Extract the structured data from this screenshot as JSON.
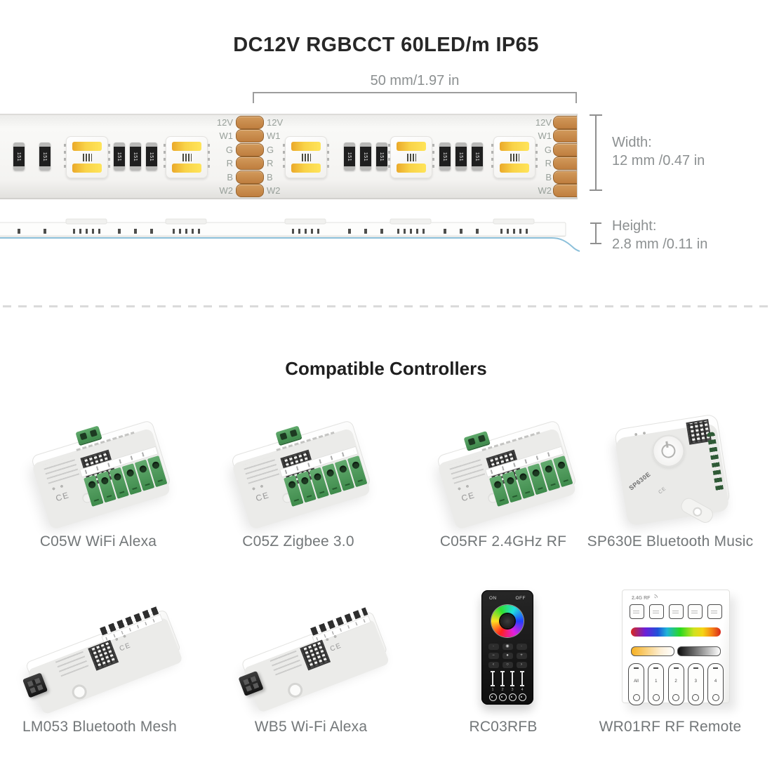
{
  "title": "DC12V RGBCCT 60LED/m IP65",
  "dimensions": {
    "length": "50 mm/1.97 in",
    "width_title": "Width:",
    "width_value": "12 mm /0.47 in",
    "height_title": "Height:",
    "height_value": "2.8 mm /0.11 in"
  },
  "strip": {
    "pad_labels": [
      "12V",
      "W1",
      "G",
      "R",
      "B",
      "W2"
    ],
    "resistor_code": "151",
    "colors": {
      "copper_pad": "#c58445",
      "led_yellow": "#f7cf45",
      "terminal_green": "#4e9c5b",
      "pcb_line_blue": "#8cc0da",
      "strip_body": "#f4f3f1"
    }
  },
  "compatible": {
    "heading": "Compatible Controllers",
    "captions": [
      "C05W WiFi Alexa",
      "C05Z Zigbee 3.0",
      "C05RF 2.4GHz RF",
      "SP630E Bluetooth Music",
      "LM053 Bluetooth Mesh",
      "WB5 Wi-Fi Alexa",
      "RC03RFB",
      "WR01RF RF Remote"
    ]
  },
  "devices": {
    "ce_mark": "CE",
    "sp630e_label": "SP630E",
    "remote": {
      "on": "ON",
      "off": "OFF",
      "zone_numbers": [
        "1",
        "2",
        "3",
        "4"
      ],
      "button_glyphs": [
        "·",
        "◉",
        "·",
        "−",
        "●",
        "+",
        "‹",
        "○",
        "›"
      ]
    },
    "panel": {
      "brand": "2.4G RF",
      "zone_labels": [
        "All",
        "1",
        "2",
        "3",
        "4"
      ]
    }
  }
}
